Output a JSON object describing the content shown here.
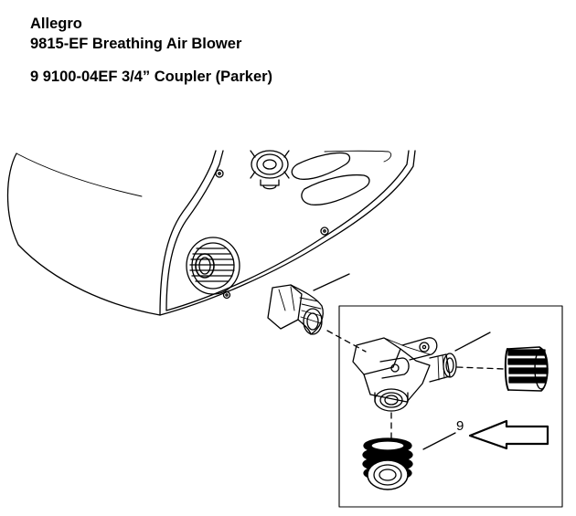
{
  "header": {
    "brand": "Allegro",
    "product": "9815-EF Breathing Air Blower",
    "part": "9  9100-04EF 3/4” Coupler (Parker)"
  },
  "callout": {
    "number": "9"
  },
  "colors": {
    "ink": "#000000",
    "background": "#ffffff"
  }
}
